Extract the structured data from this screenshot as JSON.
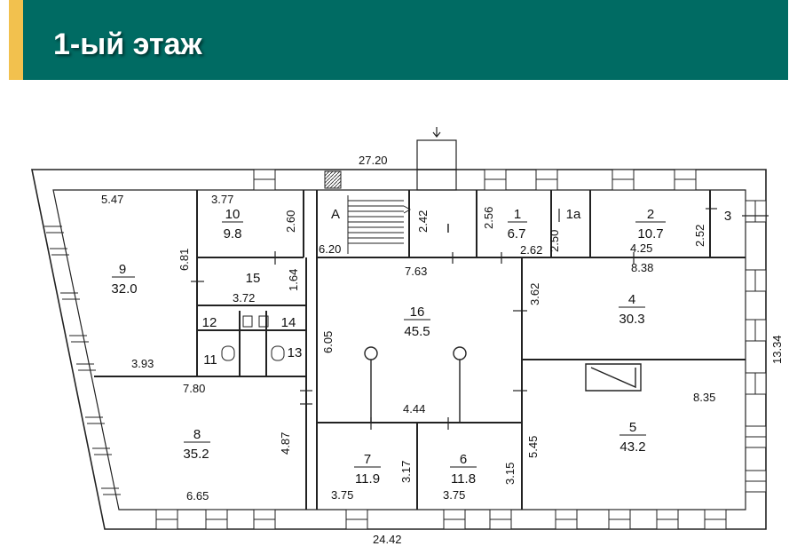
{
  "header": {
    "title": "1-ый этаж",
    "bg_color": "#006b63",
    "accent_color": "#f2c14e"
  },
  "plan": {
    "dims": {
      "top": "27.20",
      "bottom": "24.42",
      "right": "13.34",
      "r9_w": "5.47",
      "r9_h": "6.81",
      "r9_bottom": "3.93",
      "r10_w": "3.77",
      "r10_h": "2.60",
      "r15_w": "3.72",
      "r15_h": "1.64",
      "ra_w": "6.20",
      "ra_h": "2.42",
      "r1_h": "2.56",
      "r1_w": "2.62",
      "r1a_h": "2.50",
      "r2_w": "4.25",
      "r3_h": "2.52",
      "r16_top": "7.63",
      "r16_h": "6.05",
      "r16_bottom": "4.44",
      "r4_w": "8.38",
      "r4_h": "3.62",
      "r8_w": "7.80",
      "r8_h": "4.87",
      "r8_bottom": "6.65",
      "r7_h": "3.17",
      "r7_w": "3.75",
      "r6_h": "3.15",
      "r6_w": "3.75",
      "r5_h": "5.45",
      "r5_w": "8.35"
    },
    "rooms": [
      {
        "id": "9",
        "no": "9",
        "area": "32.0"
      },
      {
        "id": "10",
        "no": "10",
        "area": "9.8"
      },
      {
        "id": "15",
        "no": "15",
        "area": ""
      },
      {
        "id": "12",
        "no": "12",
        "area": ""
      },
      {
        "id": "14",
        "no": "14",
        "area": ""
      },
      {
        "id": "11",
        "no": "11",
        "area": ""
      },
      {
        "id": "13",
        "no": "13",
        "area": ""
      },
      {
        "id": "A",
        "no": "A",
        "area": ""
      },
      {
        "id": "I",
        "no": "I",
        "area": ""
      },
      {
        "id": "1",
        "no": "1",
        "area": "6.7"
      },
      {
        "id": "1a",
        "no": "1a",
        "area": ""
      },
      {
        "id": "2",
        "no": "2",
        "area": "10.7"
      },
      {
        "id": "3",
        "no": "3",
        "area": ""
      },
      {
        "id": "16",
        "no": "16",
        "area": "45.5"
      },
      {
        "id": "4",
        "no": "4",
        "area": "30.3"
      },
      {
        "id": "8",
        "no": "8",
        "area": "35.2"
      },
      {
        "id": "7",
        "no": "7",
        "area": "11.9"
      },
      {
        "id": "6",
        "no": "6",
        "area": "11.8"
      },
      {
        "id": "5",
        "no": "5",
        "area": "43.2"
      }
    ]
  }
}
